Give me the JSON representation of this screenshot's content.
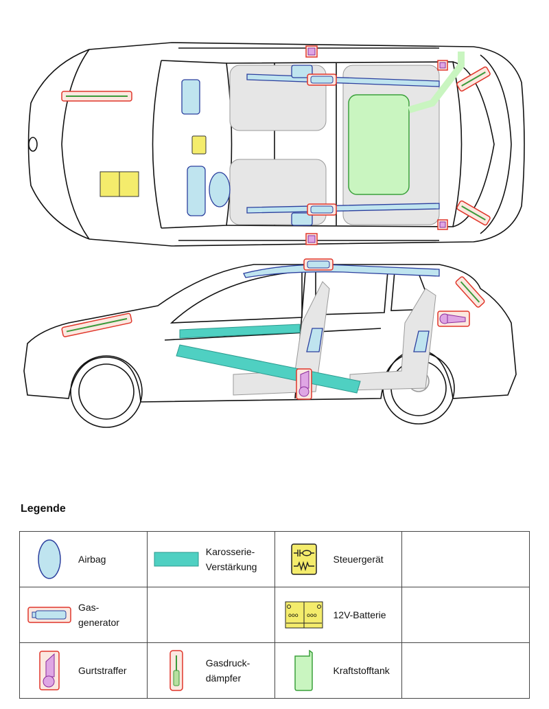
{
  "legend": {
    "title": "Legende",
    "items": {
      "airbag": "Airbag",
      "reinforcement_1": "Karosserie-",
      "reinforcement_2": "Verstärkung",
      "control_unit": "Steuergerät",
      "gas_generator_1": "Gas-",
      "gas_generator_2": "generator",
      "battery": "12V-Batterie",
      "belt_tensioner": "Gurtstraffer",
      "gas_damper_1": "Gasdruck-",
      "gas_damper_2": "dämpfer",
      "fuel_tank": "Kraftstofftank"
    }
  },
  "colors": {
    "airbag_fill": "#bfe4ef",
    "airbag_stroke": "#2b3f9e",
    "reinforcement": "#4fd0c2",
    "control_unit": "#f4ec6c",
    "warning_outline": "#e0352a",
    "tensioner": "#dfa6e4",
    "fuel_tank": "#c9f5c0",
    "damper": "#3a9a3a"
  }
}
